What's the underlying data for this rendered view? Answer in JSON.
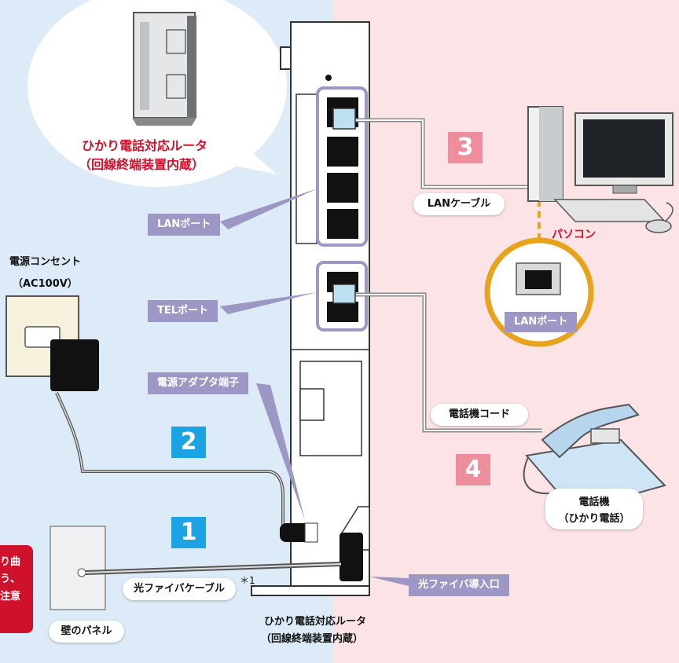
{
  "labels": {
    "router_bubble_line1": "ひかり電話対応ルータ",
    "router_bubble_line2": "（回線終端装置内蔵）",
    "router_bottom_line1": "ひかり電話対応ルータ",
    "router_bottom_line2": "（回線終端装置内蔵）",
    "power_outlet_line1": "電源コンセント",
    "power_outlet_line2": "（AC100V）",
    "lan_port": "LANポート",
    "tel_port": "TELポート",
    "power_adapter_terminal": "電源アダプタ端子",
    "fiber_cable": "光ファイバケーブル",
    "fiber_footnote": "＊1",
    "wall_panel": "壁のパネル",
    "fiber_inlet": "光ファイバ導入口",
    "lan_cable": "LANケーブル",
    "pc": "パソコン",
    "pc_lan_port": "LANポート",
    "phone_cord": "電話機コード",
    "phone_line1": "電話機",
    "phone_line2": "（ひかり電話）",
    "warning_line1": "り曲",
    "warning_line2": "う、",
    "warning_line3": "注意"
  },
  "steps": [
    "1",
    "2",
    "3",
    "4"
  ],
  "colors": {
    "left_bg": "#dcebf7",
    "right_bg": "#fbe3e6",
    "step_blue": "#1ca3e3",
    "step_pink": "#ee8e9c",
    "callout_purple": "#9d97c6",
    "accent_red": "#d0112b",
    "ring_orange": "#e8a31c"
  }
}
